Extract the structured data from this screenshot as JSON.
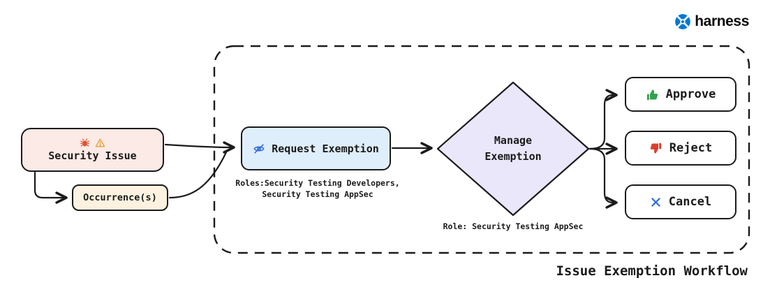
{
  "logo": {
    "brand": "harness"
  },
  "workflow": {
    "title": "Issue Exemption Workflow",
    "nodes": {
      "security_issue": "Security Issue",
      "occurrences": "Occurrence(s)",
      "request_exemption": "Request Exemption",
      "manage_exemption_line1": "Manage",
      "manage_exemption_line2": "Exemption",
      "approve": "Approve",
      "reject": "Reject",
      "cancel": "Cancel"
    },
    "notes": {
      "request_roles_line1": "Roles:Security Testing Developers,",
      "request_roles_line2": "Security Testing AppSec",
      "manage_role": "Role: Security Testing AppSec"
    }
  },
  "colors": {
    "stroke": "#1b1b1b",
    "security_fill": "#fbeae5",
    "occurrence_fill": "#fdf2df",
    "request_fill": "#dfeefb",
    "diamond_fill": "#eae7fb",
    "approve_green": "#31a24c",
    "reject_red": "#d93f2b",
    "cancel_blue": "#2d6bd8",
    "harness_blue": "#0278d5",
    "warning_orange": "#e8a33d",
    "bug_red": "#e2502f"
  }
}
